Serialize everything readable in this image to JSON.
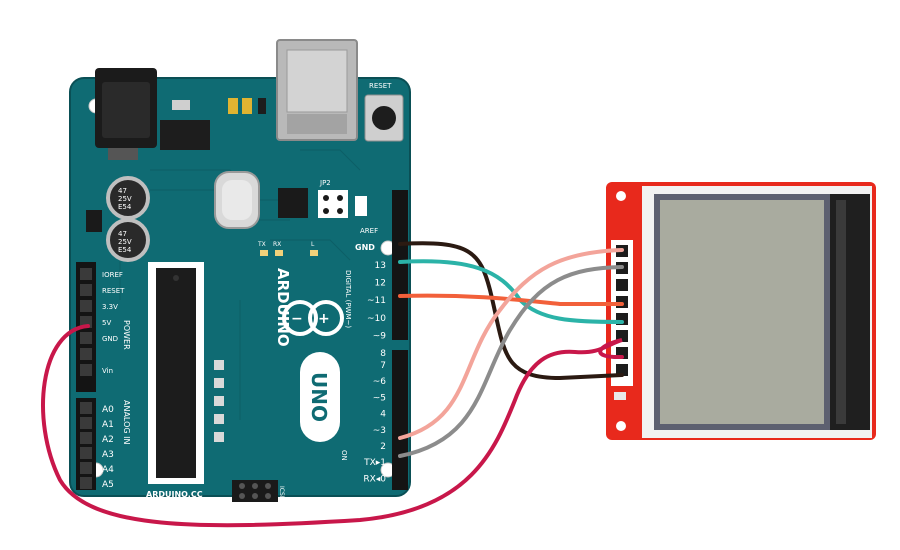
{
  "board": {
    "reset_label": "RESET",
    "ioref": "IOREF",
    "reset": "RESET",
    "v33": "3.3V",
    "v5": "5V",
    "gnd": "GND",
    "vin": "Vin",
    "power": "POWER",
    "analog_in": "ANALOG IN",
    "a0": "A0",
    "a1": "A1",
    "a2": "A2",
    "a3": "A3",
    "a4": "A4",
    "a5": "A5",
    "cap1": "47\n25V\nE54",
    "cap2": "47\n25V\nE54",
    "gnd_top": "GND",
    "aref": "AREF",
    "digital_pins": [
      "13",
      "12",
      "~11",
      "~10",
      "~9",
      "8",
      "7",
      "~6",
      "~5",
      "4",
      "~3",
      "2",
      "TX▸1",
      "RX◂0"
    ],
    "digital_label": "DIGITAL (PWM~)",
    "arduino": "ARDUINO",
    "uno": "UNO",
    "website": "ARDUINO.CC",
    "icsp": "ICSP",
    "tx": "TX",
    "rx": "RX",
    "l_led": "L",
    "on": "ON",
    "jp2": "JP2"
  },
  "colors": {
    "board": "#0f6b73",
    "lcd_pcb": "#e8291c",
    "wire_black": "#2b1a12",
    "wire_teal": "#2bb3a8",
    "wire_orange": "#f2603a",
    "wire_pink": "#f3a49a",
    "wire_gray": "#8c8c8c",
    "wire_red": "#c8174a"
  }
}
